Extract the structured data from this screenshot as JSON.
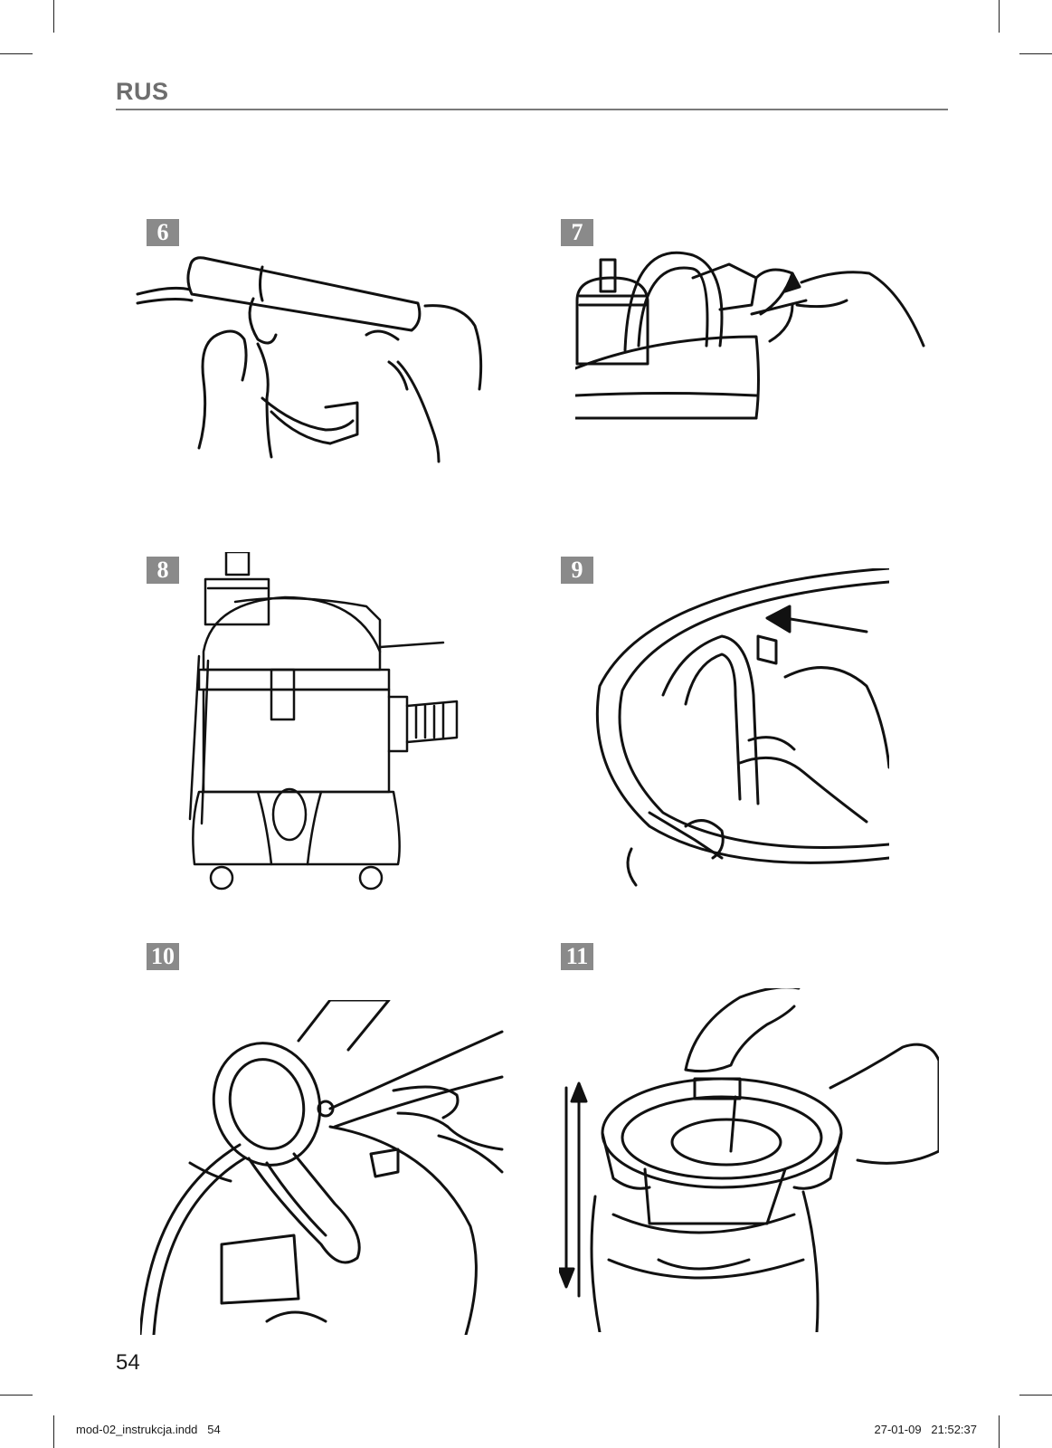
{
  "header": {
    "language_code": "RUS"
  },
  "figures": [
    {
      "number": "6",
      "illustration": "hands-tying-bag-icon"
    },
    {
      "number": "7",
      "illustration": "handle-rotate-icon"
    },
    {
      "number": "8",
      "illustration": "vacuum-cleaner-icon"
    },
    {
      "number": "9",
      "illustration": "clip-insert-icon"
    },
    {
      "number": "10",
      "illustration": "filter-frame-icon"
    },
    {
      "number": "11",
      "illustration": "filter-lift-icon"
    }
  ],
  "footer": {
    "page_number": "54",
    "file_info": "mod-02_instrukcja.indd   54",
    "timestamp": "27-01-09   21:52:37"
  },
  "colors": {
    "header_text": "#6e6e6e",
    "figure_badge": "#8a8a8a",
    "rule": "#7a7a7a"
  }
}
